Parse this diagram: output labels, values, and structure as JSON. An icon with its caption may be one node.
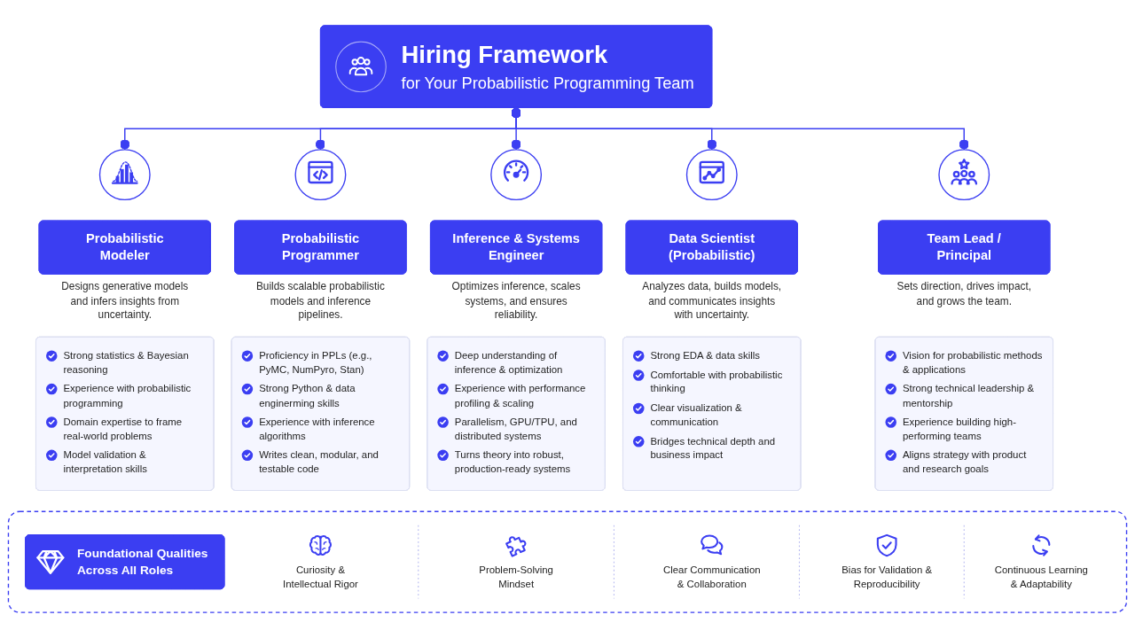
{
  "diagram": {
    "nodes": [
      {
        "text": [
          "Hiring Framework",
          "for Your Probabilistic Programming Team"
        ]
      },
      {
        "text": [],
        "shape": "circle"
      },
      {
        "text": [],
        "shape": "circle"
      },
      {
        "text": [],
        "shape": "circle"
      },
      {
        "text": [],
        "shape": "circle"
      },
      {
        "text": [],
        "shape": "circle"
      },
      {
        "text": [
          "Probabilistic Modeler"
        ],
        "beside": [
          "Designs generative models and infers insights from uncertainty."
        ]
      },
      {
        "text": [
          "Probabilistic Programmer"
        ],
        "beside": [
          "Builds scalable probabilistic models and inference pipelines."
        ]
      },
      {
        "text": [
          "Inference & Systems Engineer"
        ],
        "beside": [
          "Optimizes inference, scales systems, and ensures reliability."
        ]
      },
      {
        "text": [
          "Data Scientist (Probabilistic)"
        ],
        "beside": [
          "Analyzes data, builds models, and communicates insights with uncertainty."
        ]
      },
      {
        "text": [
          "Team Lead / Principal"
        ],
        "beside": [
          "Sets direction, drives impact, and grows the team."
        ]
      },
      {
        "text": [
          "Strong statistics & Bayesian reasoning",
          "Experience with probabilistic programming",
          "Domain expertise to frame real-world problems",
          "Model validation & interpretation skills"
        ]
      },
      {
        "text": [
          "Proficiency in PPLs (e.g., PyMC, NumPyro, Stan)",
          "Strong Python & data enginerming skills",
          "Experience with inference algorithms",
          "Writes clean, modular, and testable code"
        ]
      },
      {
        "text": [
          "Deep understanding of inference & optimization",
          "Experience with performance profiling & scaling",
          "Parallelism, GPU/TPU, and distributed systems",
          "Turns theory into robust, production-ready systems"
        ]
      },
      {
        "text": [
          "Strong EDA & data skills",
          "Comfortable with probabilistic thinking",
          "Clear visualization & communication",
          "Bridges technical depth and business impact"
        ]
      },
      {
        "text": [
          "Vision for probabilistic methods & applications",
          "Strong technical leadership & mentorship",
          "Experience building high-performing teams",
          "Aligns strategy with product and research goals"
        ]
      },
      {
        "text": [],
        "shape": "box"
      },
      {
        "text": [
          "Foundational Qualities Across All Roles"
        ],
        "in": 16
      },
      {
        "text": [
          "Curiosity & Intellectual Rigor"
        ],
        "in": 16
      },
      {
        "text": [
          "Problem-Solving Mindset"
        ],
        "in": 16
      },
      {
        "text": [
          "Clear Communication & Collaboration"
        ],
        "in": 16
      },
      {
        "text": [
          "Bias for Validation & Reproducibility"
        ],
        "in": 16
      },
      {
        "text": [
          "Continuous Learning & Adaptability"
        ],
        "in": 16
      }
    ],
    "edges": [
      {
        "from": 0,
        "to": 1,
        "arrow": "other"
      },
      {
        "from": 0,
        "to": 2,
        "arrow": "other"
      },
      {
        "from": 0,
        "to": 3,
        "arrow": "other"
      },
      {
        "from": 0,
        "to": 4,
        "arrow": "other"
      },
      {
        "from": 0,
        "to": 5,
        "arrow": "other"
      }
    ]
  }
}
